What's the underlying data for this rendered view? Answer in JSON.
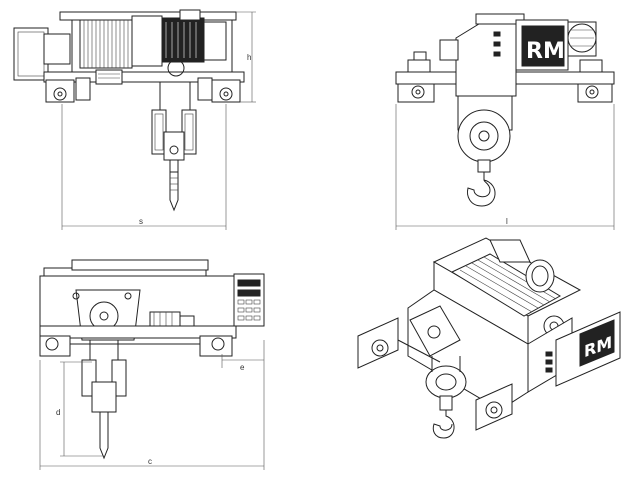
{
  "drawing": {
    "background": "#ffffff",
    "line_color": "#222222",
    "views": [
      "side-view",
      "end-view",
      "top-view",
      "perspective-view"
    ]
  },
  "dimensions": {
    "h": "h",
    "s": "s",
    "l": "l",
    "d": "d",
    "c": "c",
    "e": "e"
  }
}
